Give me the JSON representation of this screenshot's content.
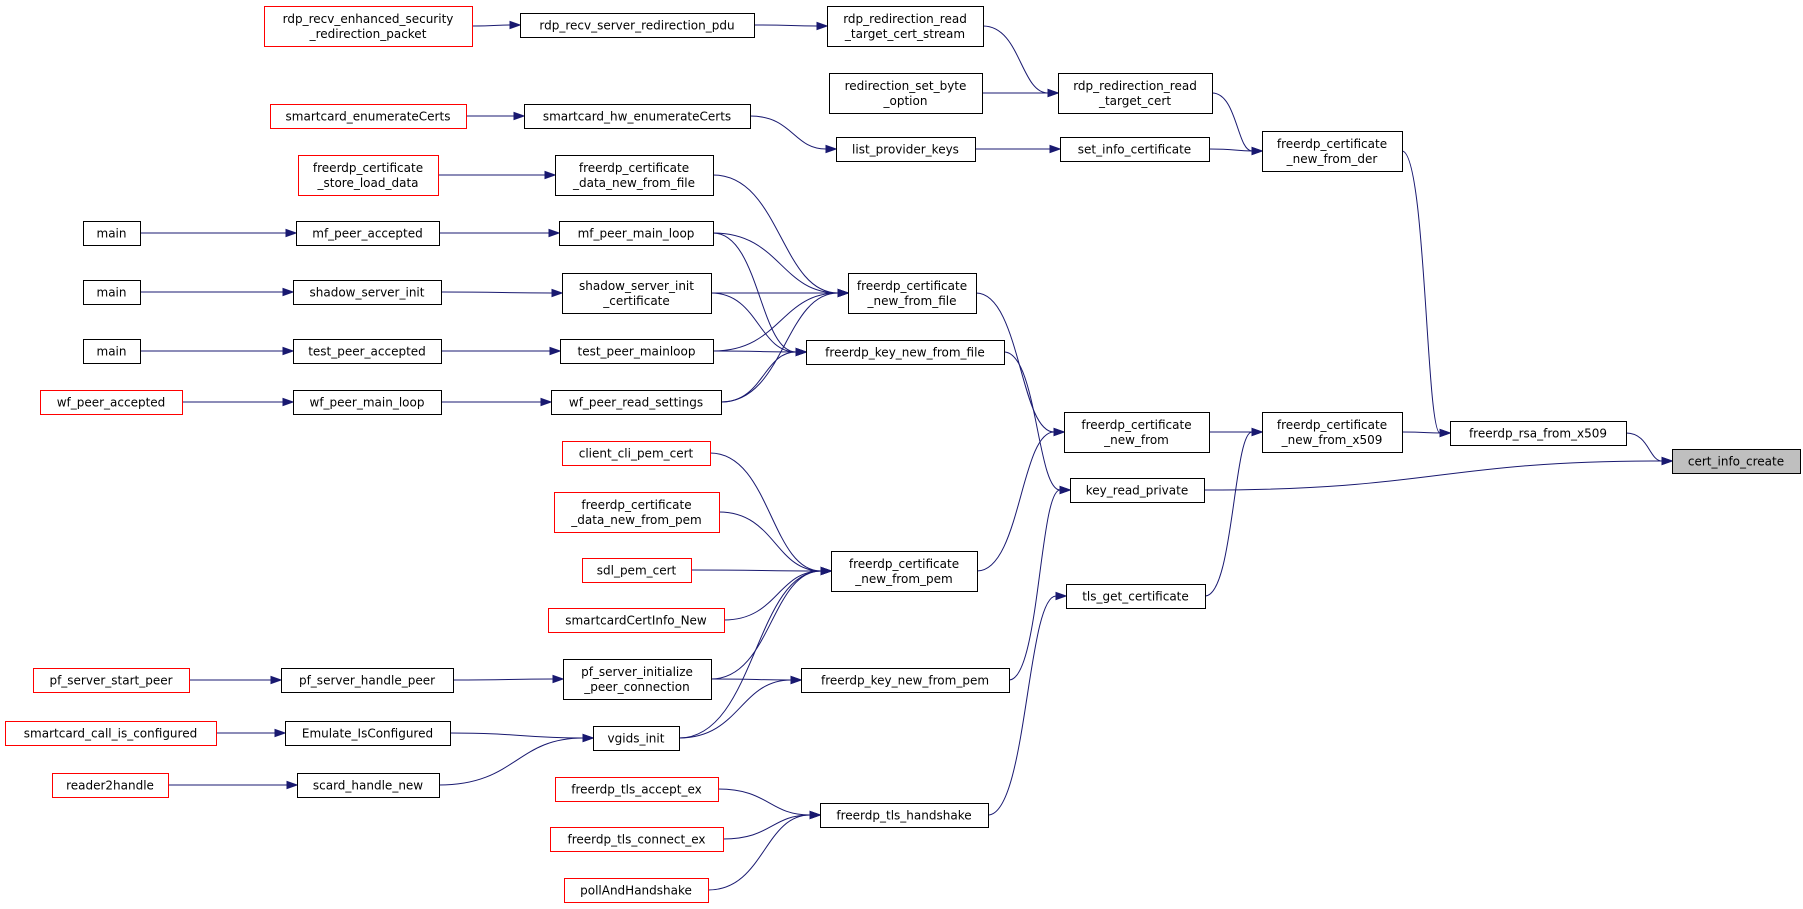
{
  "graph": {
    "edge_color": "#191970",
    "truncated_border_color": "#ff0000",
    "root_fill_color": "#bfbfbf",
    "nodes": [
      {
        "id": "cert_info_create",
        "lines": [
          "cert_info_create"
        ],
        "style": "root"
      },
      {
        "id": "freerdp_rsa_from_x509",
        "lines": [
          "freerdp_rsa_from_x509"
        ],
        "style": "normal"
      },
      {
        "id": "key_read_private",
        "lines": [
          "key_read_private"
        ],
        "style": "normal"
      },
      {
        "id": "freerdp_certificate_new_from_der",
        "lines": [
          "freerdp_certificate",
          "_new_from_der"
        ],
        "style": "normal"
      },
      {
        "id": "freerdp_certificate_new_from_x509",
        "lines": [
          "freerdp_certificate",
          "_new_from_x509"
        ],
        "style": "normal"
      },
      {
        "id": "rdp_redirection_read_target_cert",
        "lines": [
          "rdp_redirection_read",
          "_target_cert"
        ],
        "style": "normal"
      },
      {
        "id": "set_info_certificate",
        "lines": [
          "set_info_certificate"
        ],
        "style": "normal"
      },
      {
        "id": "rdp_redirection_read_target_cert_stream",
        "lines": [
          "rdp_redirection_read",
          "_target_cert_stream"
        ],
        "style": "normal"
      },
      {
        "id": "redirection_set_byte_option",
        "lines": [
          "redirection_set_byte",
          "_option"
        ],
        "style": "normal"
      },
      {
        "id": "rdp_recv_server_redirection_pdu",
        "lines": [
          "rdp_recv_server_redirection_pdu"
        ],
        "style": "normal"
      },
      {
        "id": "rdp_recv_enhanced_security_redirection_packet",
        "lines": [
          "rdp_recv_enhanced_security",
          "_redirection_packet"
        ],
        "style": "trunc"
      },
      {
        "id": "list_provider_keys",
        "lines": [
          "list_provider_keys"
        ],
        "style": "normal"
      },
      {
        "id": "smartcard_hw_enumerateCerts",
        "lines": [
          "smartcard_hw_enumerateCerts"
        ],
        "style": "normal"
      },
      {
        "id": "smartcard_enumerateCerts",
        "lines": [
          "smartcard_enumerateCerts"
        ],
        "style": "trunc"
      },
      {
        "id": "freerdp_certificate_new_from",
        "lines": [
          "freerdp_certificate",
          "_new_from"
        ],
        "style": "normal"
      },
      {
        "id": "tls_get_certificate",
        "lines": [
          "tls_get_certificate"
        ],
        "style": "normal"
      },
      {
        "id": "freerdp_certificate_new_from_file",
        "lines": [
          "freerdp_certificate",
          "_new_from_file"
        ],
        "style": "normal"
      },
      {
        "id": "freerdp_certificate_new_from_pem",
        "lines": [
          "freerdp_certificate",
          "_new_from_pem"
        ],
        "style": "normal"
      },
      {
        "id": "freerdp_key_new_from_file",
        "lines": [
          "freerdp_key_new_from_file"
        ],
        "style": "normal"
      },
      {
        "id": "freerdp_key_new_from_pem",
        "lines": [
          "freerdp_key_new_from_pem"
        ],
        "style": "normal"
      },
      {
        "id": "freerdp_tls_handshake",
        "lines": [
          "freerdp_tls_handshake"
        ],
        "style": "normal"
      },
      {
        "id": "freerdp_certificate_data_new_from_file",
        "lines": [
          "freerdp_certificate",
          "_data_new_from_file"
        ],
        "style": "normal"
      },
      {
        "id": "freerdp_certificate_store_load_data",
        "lines": [
          "freerdp_certificate",
          "_store_load_data"
        ],
        "style": "trunc"
      },
      {
        "id": "mf_peer_main_loop",
        "lines": [
          "mf_peer_main_loop"
        ],
        "style": "normal"
      },
      {
        "id": "mf_peer_accepted",
        "lines": [
          "mf_peer_accepted"
        ],
        "style": "normal"
      },
      {
        "id": "main_1",
        "lines": [
          "main"
        ],
        "style": "normal"
      },
      {
        "id": "shadow_server_init_certificate",
        "lines": [
          "shadow_server_init",
          "_certificate"
        ],
        "style": "normal"
      },
      {
        "id": "shadow_server_init",
        "lines": [
          "shadow_server_init"
        ],
        "style": "normal"
      },
      {
        "id": "main_2",
        "lines": [
          "main"
        ],
        "style": "normal"
      },
      {
        "id": "test_peer_mainloop",
        "lines": [
          "test_peer_mainloop"
        ],
        "style": "normal"
      },
      {
        "id": "test_peer_accepted",
        "lines": [
          "test_peer_accepted"
        ],
        "style": "normal"
      },
      {
        "id": "main_3",
        "lines": [
          "main"
        ],
        "style": "normal"
      },
      {
        "id": "wf_peer_read_settings",
        "lines": [
          "wf_peer_read_settings"
        ],
        "style": "normal"
      },
      {
        "id": "wf_peer_main_loop",
        "lines": [
          "wf_peer_main_loop"
        ],
        "style": "normal"
      },
      {
        "id": "wf_peer_accepted",
        "lines": [
          "wf_peer_accepted"
        ],
        "style": "trunc"
      },
      {
        "id": "client_cli_pem_cert",
        "lines": [
          "client_cli_pem_cert"
        ],
        "style": "trunc"
      },
      {
        "id": "freerdp_certificate_data_new_from_pem",
        "lines": [
          "freerdp_certificate",
          "_data_new_from_pem"
        ],
        "style": "trunc"
      },
      {
        "id": "sdl_pem_cert",
        "lines": [
          "sdl_pem_cert"
        ],
        "style": "trunc"
      },
      {
        "id": "smartcardCertInfo_New",
        "lines": [
          "smartcardCertInfo_New"
        ],
        "style": "trunc"
      },
      {
        "id": "pf_server_initialize_peer_connection",
        "lines": [
          "pf_server_initialize",
          "_peer_connection"
        ],
        "style": "normal"
      },
      {
        "id": "pf_server_handle_peer",
        "lines": [
          "pf_server_handle_peer"
        ],
        "style": "normal"
      },
      {
        "id": "pf_server_start_peer",
        "lines": [
          "pf_server_start_peer"
        ],
        "style": "trunc"
      },
      {
        "id": "vgids_init",
        "lines": [
          "vgids_init"
        ],
        "style": "normal"
      },
      {
        "id": "Emulate_IsConfigured",
        "lines": [
          "Emulate_IsConfigured"
        ],
        "style": "normal"
      },
      {
        "id": "smartcard_call_is_configured",
        "lines": [
          "smartcard_call_is_configured"
        ],
        "style": "trunc"
      },
      {
        "id": "scard_handle_new",
        "lines": [
          "scard_handle_new"
        ],
        "style": "normal"
      },
      {
        "id": "reader2handle",
        "lines": [
          "reader2handle"
        ],
        "style": "trunc"
      },
      {
        "id": "freerdp_tls_accept_ex",
        "lines": [
          "freerdp_tls_accept_ex"
        ],
        "style": "trunc"
      },
      {
        "id": "freerdp_tls_connect_ex",
        "lines": [
          "freerdp_tls_connect_ex"
        ],
        "style": "trunc"
      },
      {
        "id": "pollAndHandshake",
        "lines": [
          "pollAndHandshake"
        ],
        "style": "trunc"
      }
    ],
    "edges": [
      {
        "from": "freerdp_rsa_from_x509",
        "to": "cert_info_create"
      },
      {
        "from": "key_read_private",
        "to": "cert_info_create"
      },
      {
        "from": "freerdp_certificate_new_from_der",
        "to": "freerdp_rsa_from_x509"
      },
      {
        "from": "freerdp_certificate_new_from_x509",
        "to": "freerdp_rsa_from_x509"
      },
      {
        "from": "rdp_redirection_read_target_cert",
        "to": "freerdp_certificate_new_from_der"
      },
      {
        "from": "set_info_certificate",
        "to": "freerdp_certificate_new_from_der"
      },
      {
        "from": "rdp_redirection_read_target_cert_stream",
        "to": "rdp_redirection_read_target_cert"
      },
      {
        "from": "redirection_set_byte_option",
        "to": "rdp_redirection_read_target_cert"
      },
      {
        "from": "rdp_recv_server_redirection_pdu",
        "to": "rdp_redirection_read_target_cert_stream"
      },
      {
        "from": "rdp_recv_enhanced_security_redirection_packet",
        "to": "rdp_recv_server_redirection_pdu"
      },
      {
        "from": "list_provider_keys",
        "to": "set_info_certificate"
      },
      {
        "from": "smartcard_hw_enumerateCerts",
        "to": "list_provider_keys"
      },
      {
        "from": "smartcard_enumerateCerts",
        "to": "smartcard_hw_enumerateCerts"
      },
      {
        "from": "freerdp_certificate_new_from",
        "to": "freerdp_certificate_new_from_x509"
      },
      {
        "from": "tls_get_certificate",
        "to": "freerdp_certificate_new_from_x509"
      },
      {
        "from": "freerdp_certificate_new_from_file",
        "to": "freerdp_certificate_new_from"
      },
      {
        "from": "freerdp_certificate_new_from_pem",
        "to": "freerdp_certificate_new_from"
      },
      {
        "from": "freerdp_key_new_from_file",
        "to": "key_read_private"
      },
      {
        "from": "freerdp_key_new_from_pem",
        "to": "key_read_private"
      },
      {
        "from": "freerdp_tls_handshake",
        "to": "tls_get_certificate"
      },
      {
        "from": "freerdp_certificate_data_new_from_file",
        "to": "freerdp_certificate_new_from_file"
      },
      {
        "from": "mf_peer_main_loop",
        "to": "freerdp_certificate_new_from_file"
      },
      {
        "from": "shadow_server_init_certificate",
        "to": "freerdp_certificate_new_from_file"
      },
      {
        "from": "test_peer_mainloop",
        "to": "freerdp_certificate_new_from_file"
      },
      {
        "from": "wf_peer_read_settings",
        "to": "freerdp_certificate_new_from_file"
      },
      {
        "from": "mf_peer_main_loop",
        "to": "freerdp_key_new_from_file"
      },
      {
        "from": "shadow_server_init_certificate",
        "to": "freerdp_key_new_from_file"
      },
      {
        "from": "test_peer_mainloop",
        "to": "freerdp_key_new_from_file"
      },
      {
        "from": "wf_peer_read_settings",
        "to": "freerdp_key_new_from_file"
      },
      {
        "from": "freerdp_certificate_store_load_data",
        "to": "freerdp_certificate_data_new_from_file"
      },
      {
        "from": "mf_peer_accepted",
        "to": "mf_peer_main_loop"
      },
      {
        "from": "main_1",
        "to": "mf_peer_accepted"
      },
      {
        "from": "shadow_server_init",
        "to": "shadow_server_init_certificate"
      },
      {
        "from": "main_2",
        "to": "shadow_server_init"
      },
      {
        "from": "test_peer_accepted",
        "to": "test_peer_mainloop"
      },
      {
        "from": "main_3",
        "to": "test_peer_accepted"
      },
      {
        "from": "wf_peer_main_loop",
        "to": "wf_peer_read_settings"
      },
      {
        "from": "wf_peer_accepted",
        "to": "wf_peer_main_loop"
      },
      {
        "from": "client_cli_pem_cert",
        "to": "freerdp_certificate_new_from_pem"
      },
      {
        "from": "freerdp_certificate_data_new_from_pem",
        "to": "freerdp_certificate_new_from_pem"
      },
      {
        "from": "sdl_pem_cert",
        "to": "freerdp_certificate_new_from_pem"
      },
      {
        "from": "smartcardCertInfo_New",
        "to": "freerdp_certificate_new_from_pem"
      },
      {
        "from": "pf_server_initialize_peer_connection",
        "to": "freerdp_certificate_new_from_pem"
      },
      {
        "from": "vgids_init",
        "to": "freerdp_certificate_new_from_pem"
      },
      {
        "from": "pf_server_initialize_peer_connection",
        "to": "freerdp_key_new_from_pem"
      },
      {
        "from": "vgids_init",
        "to": "freerdp_key_new_from_pem"
      },
      {
        "from": "pf_server_handle_peer",
        "to": "pf_server_initialize_peer_connection"
      },
      {
        "from": "pf_server_start_peer",
        "to": "pf_server_handle_peer"
      },
      {
        "from": "Emulate_IsConfigured",
        "to": "vgids_init"
      },
      {
        "from": "scard_handle_new",
        "to": "vgids_init"
      },
      {
        "from": "smartcard_call_is_configured",
        "to": "Emulate_IsConfigured"
      },
      {
        "from": "reader2handle",
        "to": "scard_handle_new"
      },
      {
        "from": "freerdp_tls_accept_ex",
        "to": "freerdp_tls_handshake"
      },
      {
        "from": "freerdp_tls_connect_ex",
        "to": "freerdp_tls_handshake"
      },
      {
        "from": "pollAndHandshake",
        "to": "freerdp_tls_handshake"
      }
    ]
  }
}
